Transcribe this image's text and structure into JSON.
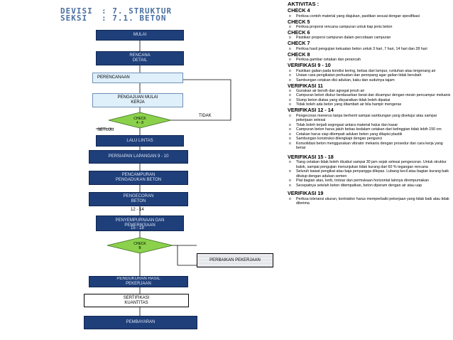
{
  "header": {
    "line1_label": "DEVISI",
    "line1_value": ": 7. STRUKTUR",
    "line2_label": "SEKSI",
    "line2_value": ": 7.1. BETON"
  },
  "flowchart": {
    "mulai": "MULAI",
    "rencana_detail": "RENCANA DETAIL",
    "perencanaan": "PERENCANAAN",
    "pengajuan": "PENGAJUAN MULAI KERJA",
    "check48": "CHECK 4 - 8",
    "tidak1": "TIDAK",
    "setuju": "SETUJU",
    "lalu_lintas": "LALU LINTAS",
    "persiapan": "PERSIAPAN LAPANGAN 9 - 10",
    "pencampuran": "PENCAMPURAN PENGADUKAN BETON",
    "pengecoran": "PENGECORAN BETON",
    "num_1214": "12 - 14",
    "penyempurnaan": "PENYEMPURNAAN DAN PEMERIKSAAN",
    "num_1518": "15 - 18",
    "check_b": "CHECK B",
    "perbaikan": "PERBAIKAN PEKERJAAN",
    "pengukuran": "PENGUKURAN HASIL PEKERJAAN",
    "sertifikasi": "SERTIFIKASI KUANTITAS",
    "pembayaran": "PEMBAYARAN"
  },
  "panel": {
    "title": "AKTIVITAS :",
    "sections": [
      {
        "heading": "CHECK 4",
        "items": [
          "Periksa contoh material yang diajukan, pastikan sesuai dengan spesifikasi"
        ]
      },
      {
        "heading": "CHECK 5",
        "items": [
          "Periksa proporsi rencana campuran untuk tiap jenis beton"
        ]
      },
      {
        "heading": "CHECK 6",
        "items": [
          "Pastikan proporsi campuran dalam percobaan campuran"
        ]
      },
      {
        "heading": "CHECK 7",
        "items": [
          "Periksa hasil pengujian kekuatan beton untuk 3 hari, 7 hari, 14 hari dan 28 hari"
        ]
      },
      {
        "heading": "CHECK 8",
        "items": [
          "Periksa gambar cetakan dan perancah"
        ]
      },
      {
        "heading": "VERIFIKASI 9 - 10",
        "items": [
          "Pastikan galian pada kondisi kering, bebas dari lumpur, runtuhan atau tergenang air",
          "Uraian cara pengikatan perkuatan dan penopang agar galian tidak berubah",
          "Sambungan cetakan disi adukan, kaku dan sudutnya tajam"
        ]
      },
      {
        "heading": "VERIFIKASI 11",
        "items": [
          "Gunakan air bersih dan agregat jenuh air",
          "Campuran beton diukur berdasarkan berat dan dicampur dengan mesin pencampur mekanis",
          "Slump beton diatas yang disyaratkan tidak boleh dipakai",
          "Tidak boleh ada beton yang ditambah air bila hampir mengeras"
        ]
      },
      {
        "heading": "VERIFIKASI 12 - 14",
        "items": [
          "Pengecoran menerus tanpa berhenti sampai sambungan yang disetujui atau sampai pekerjaan selesai",
          "Tidak boleh terjadi segregasi antara material halus dan kasar",
          "Campuran beton harus jatuh bebas kedalam cetakan dari ketinggian tidak lebih 150 cm",
          "Cetakan harus siap ditempati adukan beton yang dilapisi plastik",
          "Sambungan konstruksi dilengkapi dengan pengunci",
          "Konsolidasi beton menggunakan vibrator mekanis dengan prosedur dan cara kerja yang benar"
        ]
      },
      {
        "heading": "VERIFIKASI 15 - 18",
        "items": [
          "Tiang cetakan tidak boleh dicabut sampai 30 jam sejak selesai pengecoran. Untuk struktur balok, sampai pengujian menunjukan tidak kurang dari 60 % tegangan rencana",
          "Seluruh kawat pengikat atau baja penyangga dilepas. Lubang kecil atau bagian kurang baik ditutup dengan adukan semen",
          "Plat bagian atas, kerb, trotoar dan permukaan horizontal lainnya dirempumakan",
          "Secepatnya setelah beton ditempatkan, beton diperam dengan air atau uap"
        ]
      },
      {
        "heading": "VERIFIKASI 19",
        "items": [
          "Periksa toleransi ukuran, kontraktor harus memperbaiki pekerjaan yang tidak baik atau tidak diterima"
        ]
      }
    ]
  }
}
